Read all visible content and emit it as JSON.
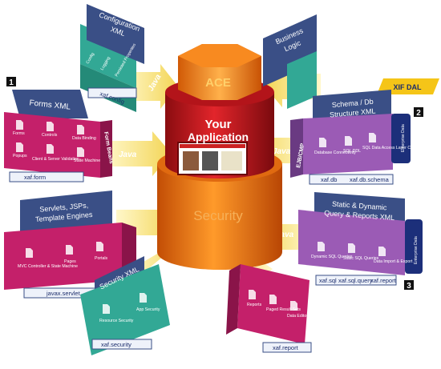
{
  "core": {
    "ace": "ACE",
    "your": "Your",
    "application": "Application",
    "security": "Security"
  },
  "java_label": "Java",
  "badges": [
    "1",
    "2",
    "3"
  ],
  "xif_dal": "XIF DAL",
  "modules": {
    "configuration": {
      "title_lines": [
        "Configuration",
        "XML"
      ],
      "items": [
        "Config",
        "Logging",
        "Persisted Properties"
      ],
      "code": "xaf.config"
    },
    "business": {
      "title_lines": [
        "Business",
        "Logic"
      ]
    },
    "forms": {
      "title_lines": [
        "Forms XML"
      ],
      "items": [
        "Forms",
        "Controls",
        "Data Binding",
        "Popups",
        "Client & Server Validation",
        "State Machine"
      ],
      "side_label": "Form Beans",
      "code": "xaf.form"
    },
    "schema": {
      "title_lines": [
        "Schema / Db",
        "Structure XML"
      ],
      "items": [
        "Database Connectivity",
        "SQL DDL",
        "SQL Data Access Layer Classes"
      ],
      "side_label": "EJB/CMP",
      "codes": [
        "xaf.db",
        "xaf.db.schema"
      ],
      "tab_label": "Enterprise Data"
    },
    "servlets": {
      "title_lines": [
        "Servlets, JSPs,",
        "Template Engines"
      ],
      "items": [
        "MVC Controller & State Machine",
        "Pages",
        "Portals"
      ],
      "code": "javax.servlet"
    },
    "query": {
      "title_lines": [
        "Static & Dynamic",
        "Query & Reports XML"
      ],
      "items": [
        "Dynamic SQL Queries",
        "Static SQL Queries",
        "Data Import & Export"
      ],
      "codes": [
        "xaf.sql",
        "xaf.sql.query",
        "xaf.report"
      ],
      "tab_label": "Enterprise Data"
    },
    "security": {
      "title_lines": [
        "Security XML"
      ],
      "items": [
        "Resource Security",
        "App Security"
      ],
      "code": "xaf.security"
    },
    "reports": {
      "items": [
        "Reports",
        "Paged Result Sets",
        "Data Editors"
      ],
      "code": "xaf.report"
    }
  },
  "colors": {
    "magenta": "#c4206a",
    "purple": "#9b5bb5",
    "teal": "#32a895",
    "slate": "#3a4f86",
    "orange": "#f07a10",
    "red": "#c8171d",
    "yellow_arrow": "#f5e07a"
  }
}
